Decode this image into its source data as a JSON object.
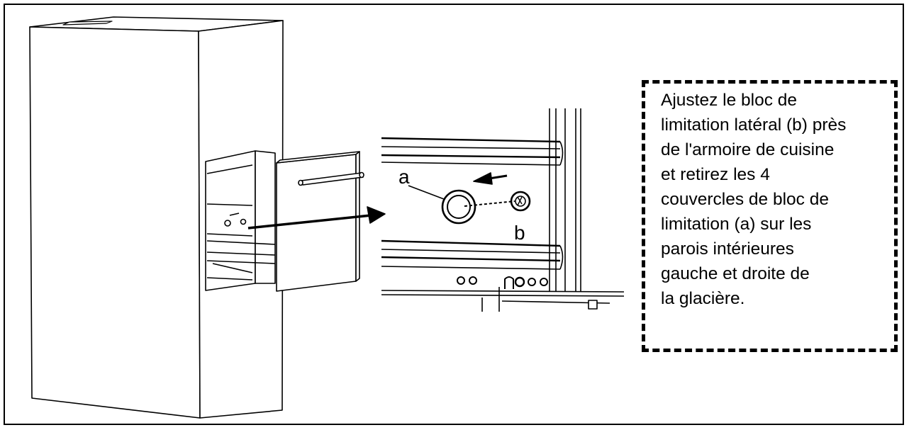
{
  "callouts": {
    "a": "a",
    "b": "b"
  },
  "note": {
    "text": "Ajustez le bloc de\nlimitation latéral (b) près\nde l'armoire de cuisine\net retirez les 4\ncouvercles de bloc de\nlimitation (a) sur les\nparois intérieures\ngauche et droite de\nla glacière."
  },
  "colors": {
    "line": "#000000",
    "fill": "#ffffff",
    "shade": "#e9e9e9"
  }
}
